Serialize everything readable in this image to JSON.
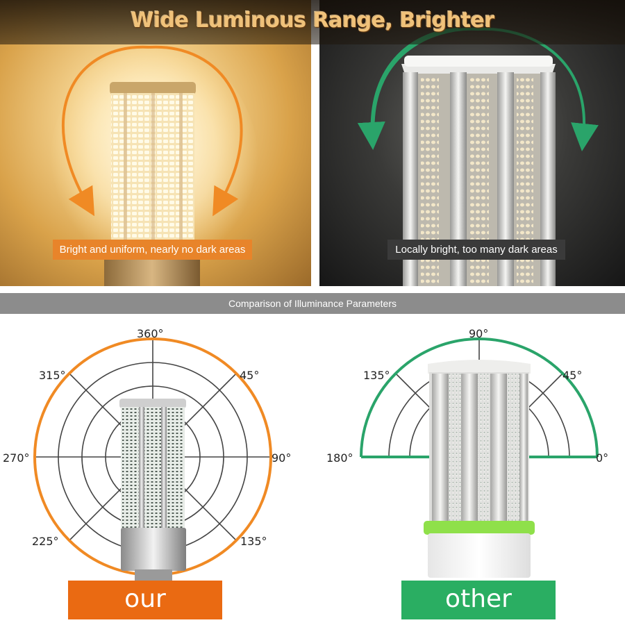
{
  "header": {
    "title": "Wide Luminous Range, Brighter"
  },
  "top_panels": {
    "left_caption": "Bright and uniform, nearly no dark areas",
    "right_caption": "Locally bright, too many dark areas"
  },
  "section": {
    "title": "Comparison of Illuminance Parameters"
  },
  "left_diagram": {
    "angles": {
      "top": "360°",
      "top_left": "315°",
      "top_right": "45°",
      "left": "270°",
      "right": "90°",
      "bottom_left": "225°",
      "bottom_right": "135°"
    },
    "label": "our",
    "accent": "#f08a24"
  },
  "right_diagram": {
    "angles": {
      "top": "90°",
      "top_left": "135°",
      "top_right": "45°",
      "left": "180°",
      "right": "0°"
    },
    "label": "other",
    "accent": "#2aa46a"
  },
  "colors": {
    "our_badge": "#ea6a12",
    "other_badge": "#2aae62",
    "caption_left": "#e8842a",
    "caption_right": "#3a3a3a",
    "section_bar": "#8c8c8c"
  }
}
